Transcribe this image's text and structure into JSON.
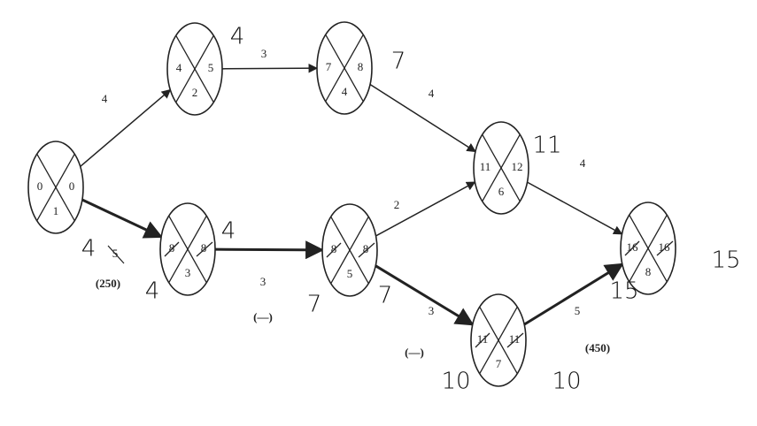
{
  "nodes": [
    {
      "id": "n1",
      "es": "0",
      "ls": "0",
      "duration": "1",
      "struck": false
    },
    {
      "id": "n2",
      "es": "4",
      "ls": "5",
      "duration": "2",
      "struck": false
    },
    {
      "id": "n3",
      "es": "7",
      "ls": "8",
      "duration": "4",
      "struck": false
    },
    {
      "id": "n4",
      "es": "8",
      "ls": "8",
      "duration": "3",
      "struck": true
    },
    {
      "id": "n5",
      "es": "8",
      "ls": "8",
      "duration": "5",
      "struck": true
    },
    {
      "id": "n6",
      "es": "11",
      "ls": "12",
      "duration": "6",
      "struck": false
    },
    {
      "id": "n7",
      "es": "11",
      "ls": "11",
      "duration": "7",
      "struck": true
    },
    {
      "id": "n8",
      "es": "16",
      "ls": "16",
      "duration": "8",
      "struck": true
    }
  ],
  "edges": [
    {
      "id": "e12",
      "from": "n1",
      "to": "n2",
      "label": "4",
      "cost": "",
      "thick": false
    },
    {
      "id": "e23",
      "from": "n2",
      "to": "n3",
      "label": "3",
      "cost": "",
      "thick": false
    },
    {
      "id": "e36",
      "from": "n3",
      "to": "n6",
      "label": "4",
      "cost": "",
      "thick": false
    },
    {
      "id": "e14",
      "from": "n1",
      "to": "n4",
      "label": "5",
      "cost": "(250)",
      "thick": true
    },
    {
      "id": "e45",
      "from": "n4",
      "to": "n5",
      "label": "3",
      "cost": "(—)",
      "thick": true
    },
    {
      "id": "e56",
      "from": "n5",
      "to": "n6",
      "label": "2",
      "cost": "",
      "thick": false
    },
    {
      "id": "e57",
      "from": "n5",
      "to": "n7",
      "label": "3",
      "cost": "(—)",
      "thick": true
    },
    {
      "id": "e68",
      "from": "n6",
      "to": "n8",
      "label": "4",
      "cost": "",
      "thick": false
    },
    {
      "id": "e78",
      "from": "n7",
      "to": "n8",
      "label": "5",
      "cost": "(450)",
      "thick": true
    }
  ],
  "handwritten": [
    {
      "id": "h1",
      "text": "4"
    },
    {
      "id": "h2",
      "text": "7"
    },
    {
      "id": "h3",
      "text": "4"
    },
    {
      "id": "h4",
      "text": "4"
    },
    {
      "id": "h5",
      "text": "4"
    },
    {
      "id": "h6",
      "text": "7"
    },
    {
      "id": "h7",
      "text": "7"
    },
    {
      "id": "h8",
      "text": "11"
    },
    {
      "id": "h9",
      "text": "10"
    },
    {
      "id": "h10",
      "text": "10"
    },
    {
      "id": "h11",
      "text": "15"
    },
    {
      "id": "h12",
      "text": "15"
    }
  ]
}
